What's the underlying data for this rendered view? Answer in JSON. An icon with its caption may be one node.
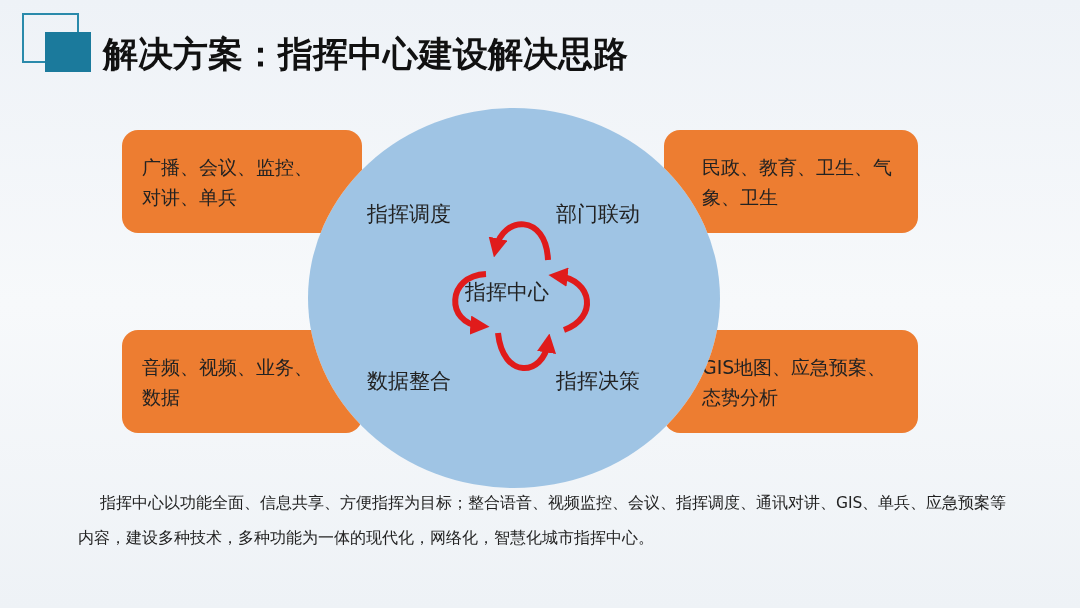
{
  "diagram": {
    "title": "解决方案：指挥中心建设解决思路",
    "nodes": [
      {
        "text": [
          "指挥调度",
          "部门联动",
          "指挥中心",
          "数据整合",
          "指挥决策"
        ]
      },
      {
        "text": [
          "广播、会议、监控、对讲、单兵"
        ]
      },
      {
        "text": [
          "民政、教育、卫生、气象、卫生"
        ]
      },
      {
        "text": [
          "音频、视频、业务、数据"
        ]
      },
      {
        "text": [
          "GIS地图、应急预案、态势分析"
        ]
      }
    ],
    "edges": [],
    "caption": "指挥中心以功能全面、信息共享、方便指挥为目标；整合语音、视频监控、会议、指挥调度、通讯对讲、GIS、单兵、应急预案等内容，建设多种技术，多种功能为一体的现代化，网络化，智慧化城市指挥中心。"
  }
}
